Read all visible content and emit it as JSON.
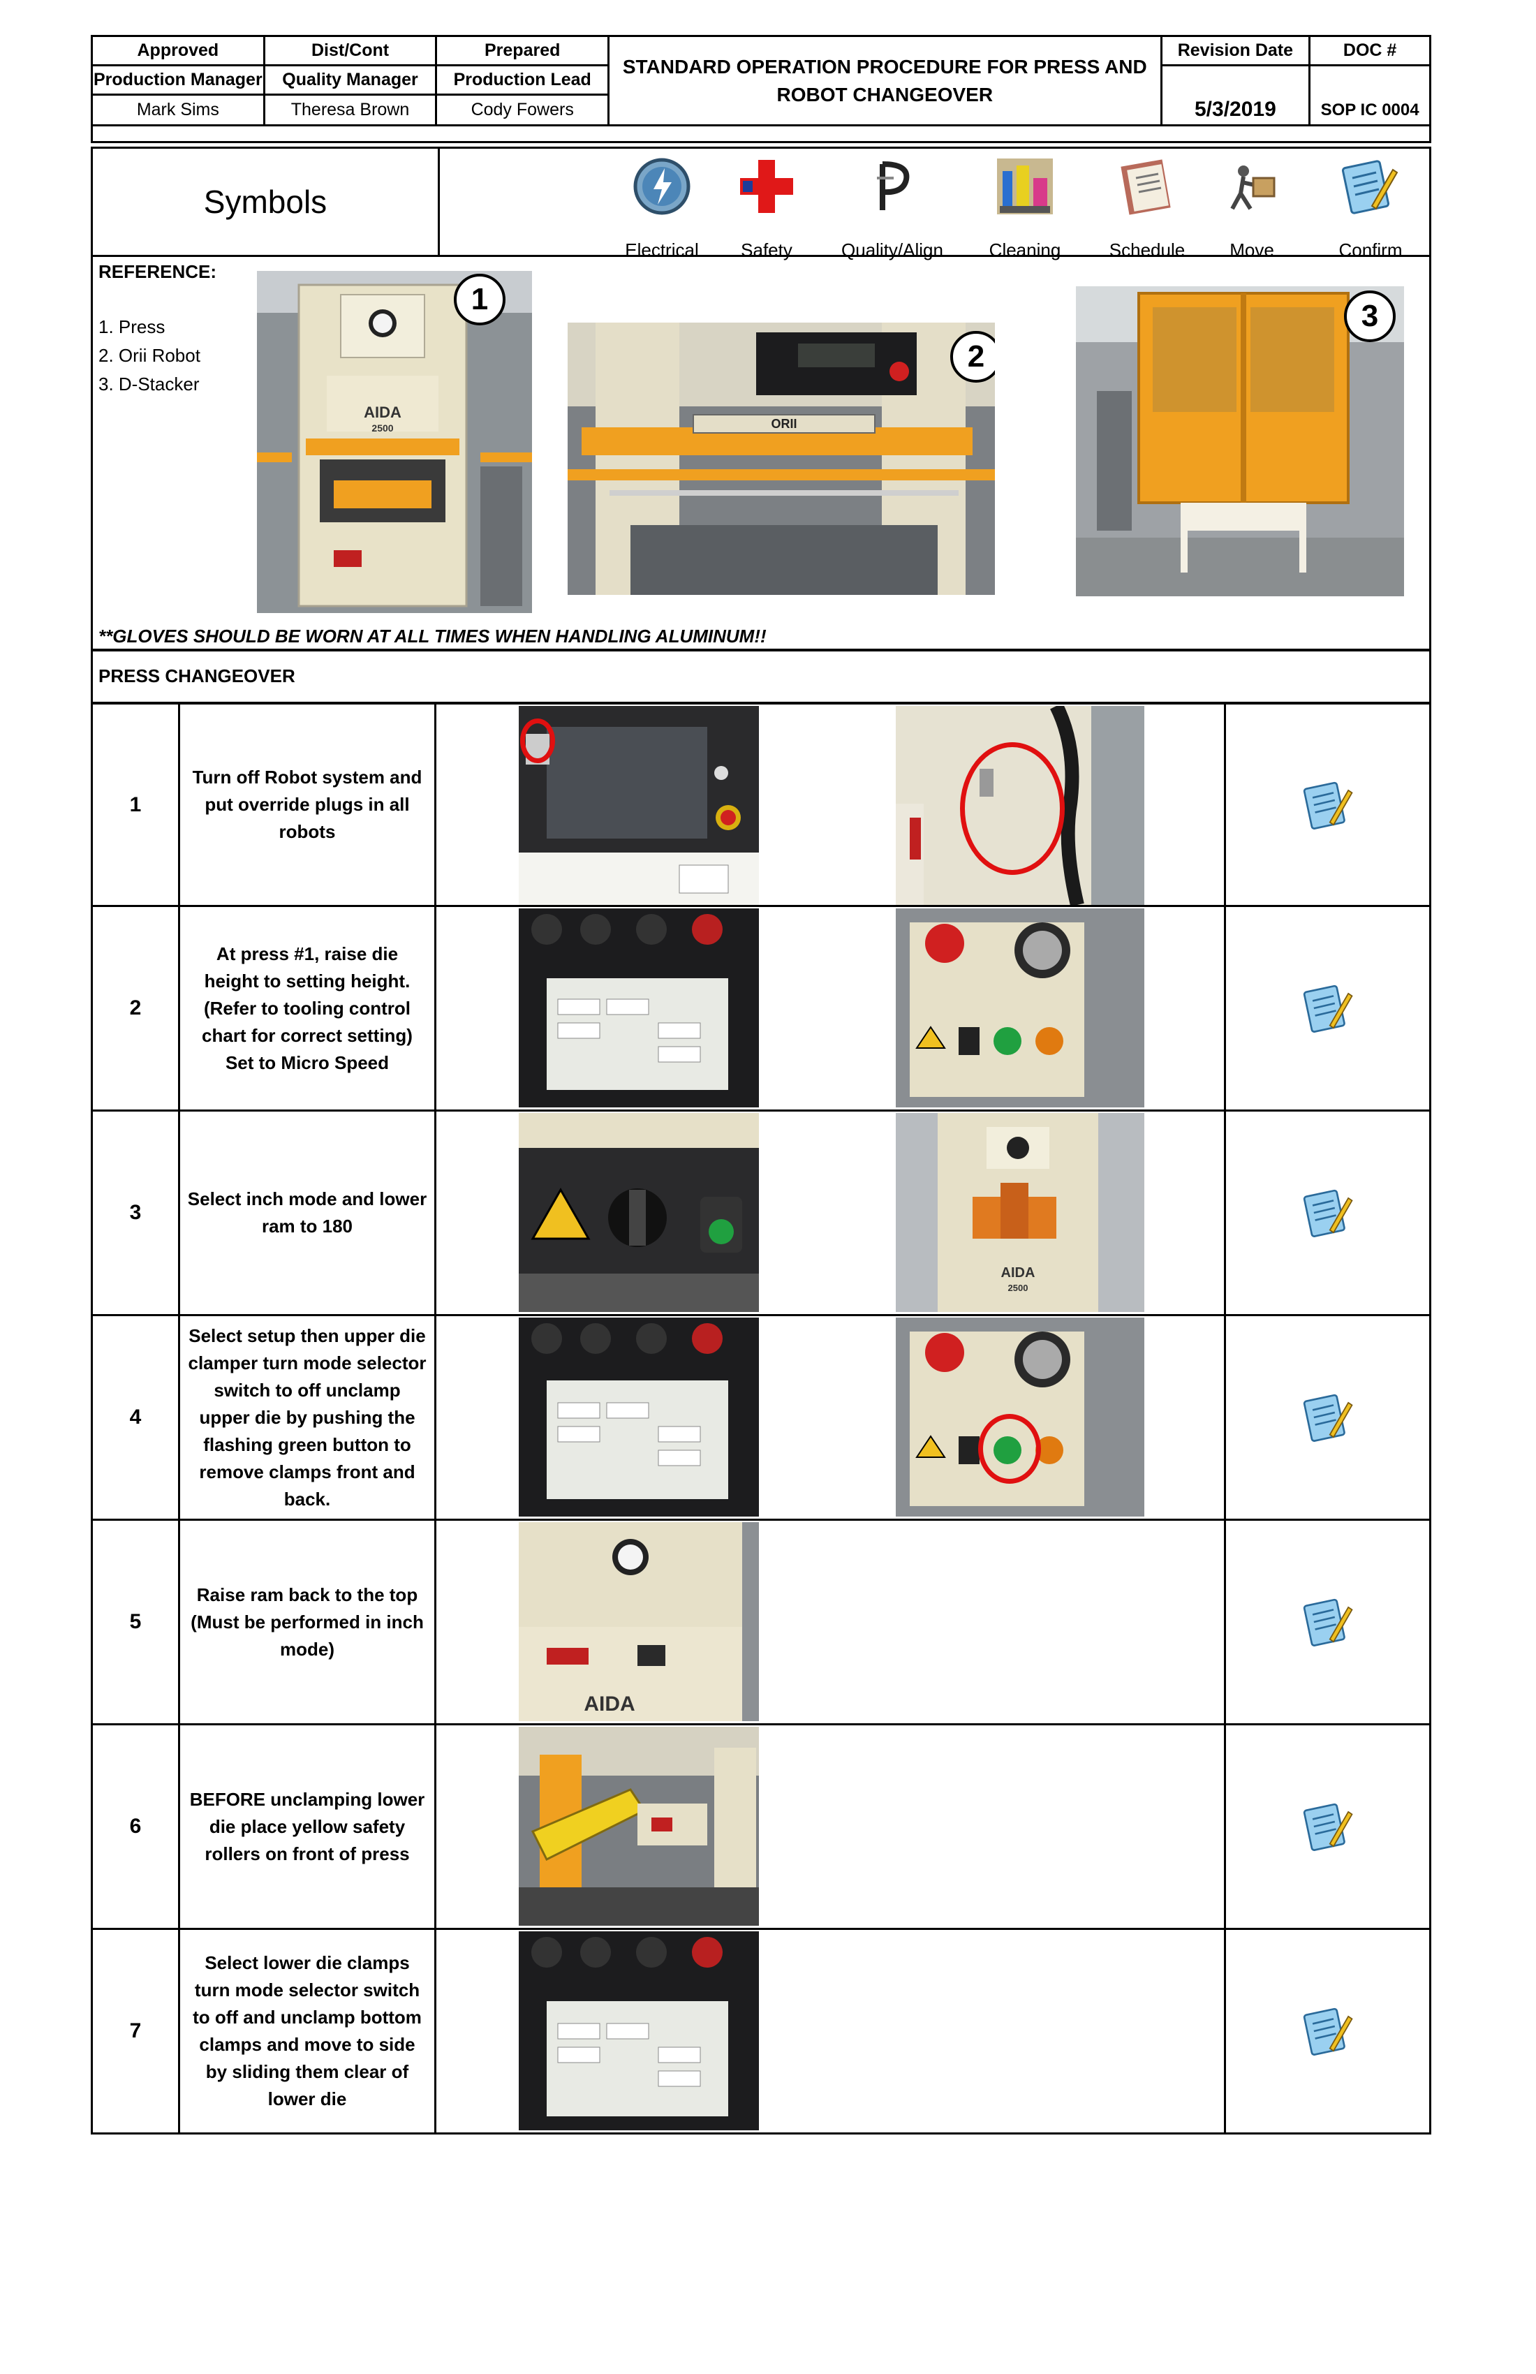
{
  "header": {
    "approved_label": "Approved",
    "dist_label": "Dist/Cont",
    "prepared_label": "Prepared",
    "approved_role": "Production Manager",
    "dist_role": "Quality Manager",
    "prepared_role": "Production Lead",
    "approved_name": "Mark Sims",
    "dist_name": "Theresa Brown",
    "prepared_name": "Cody Fowers",
    "title": "STANDARD OPERATION PROCEDURE FOR PRESS AND ROBOT CHANGEOVER",
    "revision_label": "Revision Date",
    "doc_label": "DOC #",
    "revision_date": "5/3/2019",
    "doc_number": "SOP IC 0004"
  },
  "symbols": {
    "title": "Symbols",
    "items": [
      {
        "label": "Electrical",
        "icon": "electrical-icon"
      },
      {
        "label": "Safety",
        "icon": "safety-cross-icon"
      },
      {
        "label": "Quality/Align",
        "icon": "quality-icon"
      },
      {
        "label": "Cleaning",
        "icon": "cleaning-icon"
      },
      {
        "label": "Schedule",
        "icon": "schedule-icon"
      },
      {
        "label": "Move",
        "icon": "move-icon"
      },
      {
        "label": "Confirm",
        "icon": "confirm-icon"
      }
    ]
  },
  "reference": {
    "title": "REFERENCE:",
    "items": [
      "1.  Press",
      "2.  Orii Robot",
      "3.  D-Stacker"
    ],
    "badges": [
      "1",
      "2",
      "3"
    ],
    "press_brand": "AIDA",
    "press_model": "2500",
    "robot_brand": "ORII"
  },
  "warning": "**GLOVES SHOULD BE WORN AT ALL TIMES WHEN HANDLING ALUMINUM!!",
  "section_title": "PRESS CHANGEOVER",
  "steps": [
    {
      "num": "1",
      "text": "Turn off Robot system and put override plugs in all robots"
    },
    {
      "num": "2",
      "text": "At press #1, raise die height to setting height.  (Refer to tooling control chart for correct setting) Set to Micro Speed"
    },
    {
      "num": "3",
      "text": "Select inch mode and lower ram to 180"
    },
    {
      "num": "4",
      "text": "Select setup then upper die clamper turn mode selector switch to off unclamp upper die by pushing the flashing green button to remove clamps front and back."
    },
    {
      "num": "5",
      "text": "Raise ram back to the top (Must be performed in inch mode)"
    },
    {
      "num": "6",
      "text": "BEFORE unclamping lower die place yellow safety rollers on front of press"
    },
    {
      "num": "7",
      "text": "Select lower die clamps turn mode selector switch to off and unclamp bottom clamps and move to side by sliding them clear of lower die"
    }
  ],
  "colors": {
    "border": "#000000",
    "red_highlight": "#e01010",
    "press_cream": "#e8e2c8",
    "robot_orange": "#f0a020",
    "panel_dark": "#1e1e22"
  }
}
